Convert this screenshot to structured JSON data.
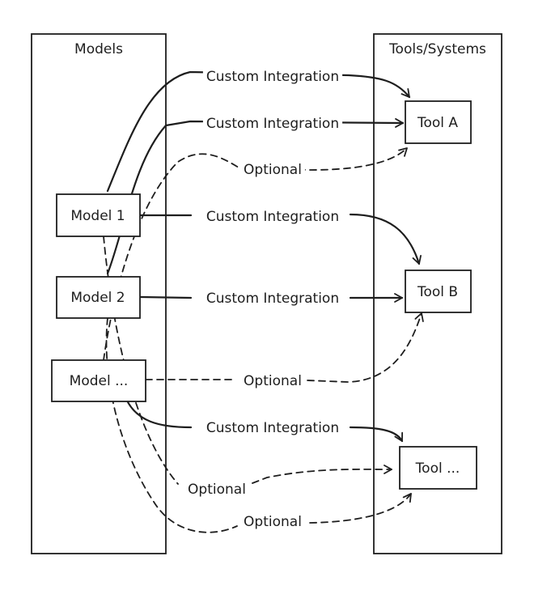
{
  "panels": {
    "models_title": "Models",
    "tools_title": "Tools/Systems"
  },
  "models": [
    {
      "label": "Model 1"
    },
    {
      "label": "Model 2"
    },
    {
      "label": "Model ..."
    }
  ],
  "tools": [
    {
      "label": "Tool A"
    },
    {
      "label": "Tool B"
    },
    {
      "label": "Tool ..."
    }
  ],
  "connections": [
    {
      "label": "Custom Integration",
      "style": "solid"
    },
    {
      "label": "Custom Integration",
      "style": "solid"
    },
    {
      "label": "Optional",
      "style": "dashed"
    },
    {
      "label": "Custom Integration",
      "style": "solid"
    },
    {
      "label": "Custom Integration",
      "style": "solid"
    },
    {
      "label": "Optional",
      "style": "dashed"
    },
    {
      "label": "Custom Integration",
      "style": "solid"
    },
    {
      "label": "Optional",
      "style": "dashed"
    },
    {
      "label": "Optional",
      "style": "dashed"
    }
  ]
}
